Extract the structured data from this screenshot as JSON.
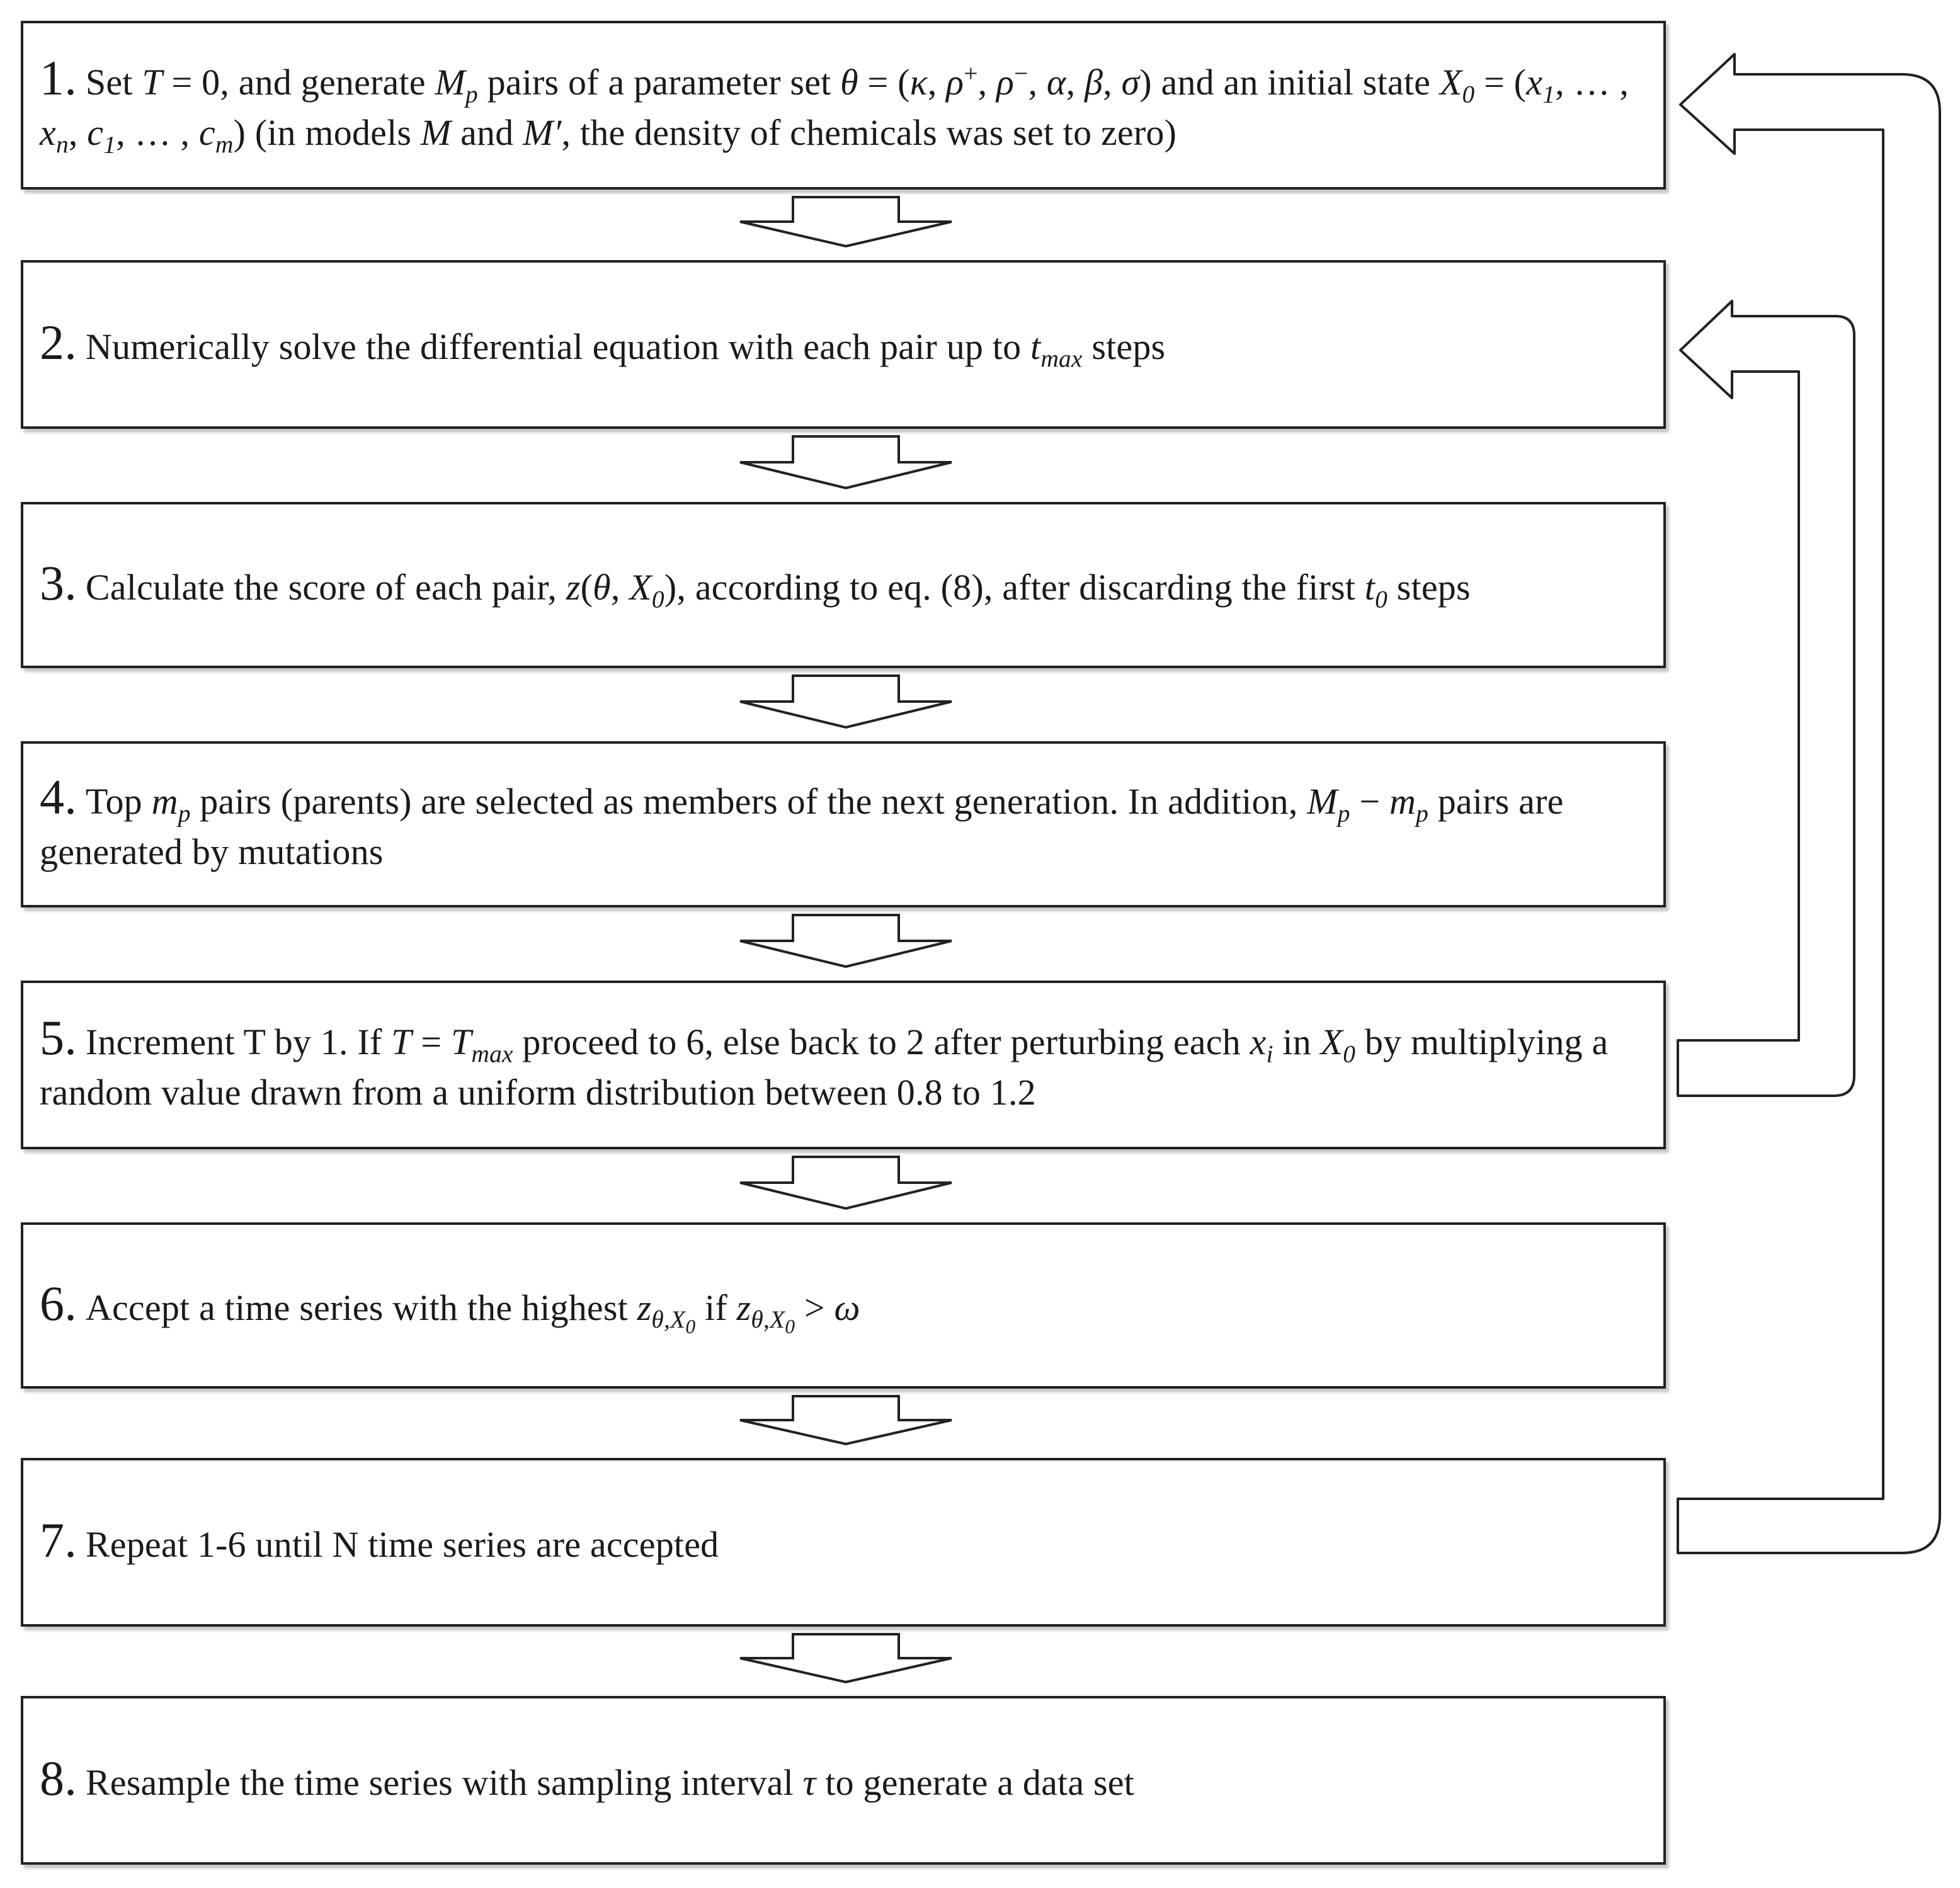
{
  "steps": [
    {
      "number": "1.",
      "parts": [
        {
          "t": "Set "
        },
        {
          "m": "T"
        },
        {
          "t": " = 0, and generate "
        },
        {
          "m": "M",
          "sub": "p"
        },
        {
          "t": "  pairs of a parameter set "
        },
        {
          "m": "θ"
        },
        {
          "t": " = ("
        },
        {
          "m": "κ"
        },
        {
          "t": ", "
        },
        {
          "m": "ρ",
          "sup": "+"
        },
        {
          "t": ", "
        },
        {
          "m": "ρ",
          "sup": "−"
        },
        {
          "t": ", "
        },
        {
          "m": "α"
        },
        {
          "t": ", "
        },
        {
          "m": "β"
        },
        {
          "t": ", "
        },
        {
          "m": "σ"
        },
        {
          "t": ") and an initial state "
        },
        {
          "m": "X",
          "sub": "0"
        },
        {
          "t": " = ("
        },
        {
          "m": "x",
          "sub": "1"
        },
        {
          "t": ", … , "
        },
        {
          "m": "x",
          "sub": "n"
        },
        {
          "t": ", "
        },
        {
          "m": "c",
          "sub": "1"
        },
        {
          "t": ", … , "
        },
        {
          "m": "c",
          "sub": "m"
        },
        {
          "t": ") (in models "
        },
        {
          "m": "M"
        },
        {
          "t": " and "
        },
        {
          "m": "M′"
        },
        {
          "t": ", the density of chemicals was set to zero)"
        }
      ]
    },
    {
      "number": "2.",
      "parts": [
        {
          "t": "Numerically solve the differential equation with each pair up to "
        },
        {
          "m": "t",
          "sub": "max"
        },
        {
          "t": " steps"
        }
      ]
    },
    {
      "number": "3.",
      "parts": [
        {
          "t": "Calculate the score of each pair, "
        },
        {
          "m": "z"
        },
        {
          "t": "("
        },
        {
          "m": "θ"
        },
        {
          "t": ", "
        },
        {
          "m": "X",
          "sub": "0"
        },
        {
          "t": "), according to eq. (8), after discarding the first "
        },
        {
          "m": "t",
          "sub": "0"
        },
        {
          "t": " steps"
        }
      ]
    },
    {
      "number": "4.",
      "parts": [
        {
          "t": "Top "
        },
        {
          "m": "m",
          "sub": "p"
        },
        {
          "t": " pairs (parents) are selected as members of the next generation. In addition, "
        },
        {
          "m": "M",
          "sub": "p"
        },
        {
          "t": " − "
        },
        {
          "m": "m",
          "sub": "p"
        },
        {
          "t": " pairs are generated by mutations"
        }
      ]
    },
    {
      "number": "5.",
      "parts": [
        {
          "t": "Increment T by 1. If "
        },
        {
          "m": "T"
        },
        {
          "t": " = "
        },
        {
          "m": "T",
          "sub": "max"
        },
        {
          "t": " proceed to 6, else back to 2 after perturbing each "
        },
        {
          "m": "x",
          "sub": "i"
        },
        {
          "t": " in "
        },
        {
          "m": "X",
          "sub": "0"
        },
        {
          "t": " by multiplying a random value drawn from a uniform distribution between 0.8 to 1.2"
        }
      ]
    },
    {
      "number": "6.",
      "parts": [
        {
          "t": "Accept a time series with the highest "
        },
        {
          "m": "z",
          "sub": "θ,X",
          "subsub": "0"
        },
        {
          "t": " if "
        },
        {
          "m": "z",
          "sub": "θ,X",
          "subsub": "0"
        },
        {
          "t": " > "
        },
        {
          "m": "ω"
        }
      ]
    },
    {
      "number": "7.",
      "parts": [
        {
          "t": "Repeat 1-6 until N time series are accepted"
        }
      ]
    },
    {
      "number": "8.",
      "parts": [
        {
          "t": "Resample the time series with sampling interval "
        },
        {
          "m": "τ"
        },
        {
          "t": " to generate a data set"
        }
      ]
    }
  ],
  "colors": {
    "line": "#222222",
    "fill": "#ffffff"
  }
}
